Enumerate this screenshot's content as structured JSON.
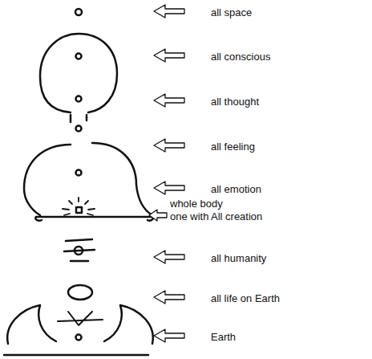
{
  "diagram": {
    "labels": [
      "all space",
      "all conscious",
      "all thought",
      "all feeling",
      "all emotion",
      "whole body",
      "one with",
      "All creation",
      "all humanity",
      "all life on Earth",
      "Earth"
    ]
  }
}
